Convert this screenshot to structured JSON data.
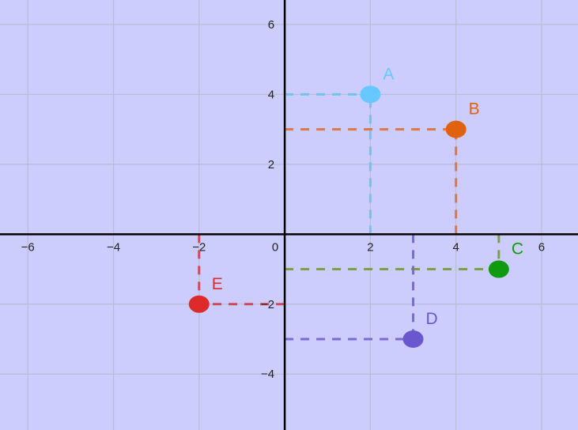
{
  "colors": {
    "background": "#cccdfc",
    "grid": "#b9bcd6",
    "axis": "#000000"
  },
  "chart_data": {
    "type": "scatter",
    "title": "",
    "xlabel": "",
    "ylabel": "",
    "xlim": [
      -6.65,
      6.85
    ],
    "ylim": [
      -5.6,
      6.7
    ],
    "grid": true,
    "x_ticks": [
      -6,
      -4,
      -2,
      0,
      2,
      4,
      6
    ],
    "y_ticks": [
      -4,
      -2,
      2,
      4,
      6
    ],
    "x_tick_labels": [
      "−6",
      "−4",
      "−2",
      "0",
      "2",
      "4",
      "6"
    ],
    "y_tick_labels": [
      "−4",
      "−2",
      "2",
      "4",
      "6"
    ],
    "points": [
      {
        "label": "A",
        "x": 2,
        "y": 4,
        "color": "#66c8ff",
        "line_color": "#74c3ea"
      },
      {
        "label": "B",
        "x": 4,
        "y": 3,
        "color": "#e0620f",
        "line_color": "#d8794a"
      },
      {
        "label": "C",
        "x": 5,
        "y": -1,
        "color": "#109a10",
        "line_color": "#7aa04a"
      },
      {
        "label": "D",
        "x": 3,
        "y": -3,
        "color": "#6a56cf",
        "line_color": "#7a6ad8"
      },
      {
        "label": "E",
        "x": -2,
        "y": -2,
        "color": "#dd2b2b",
        "line_color": "#d04a55"
      }
    ]
  }
}
